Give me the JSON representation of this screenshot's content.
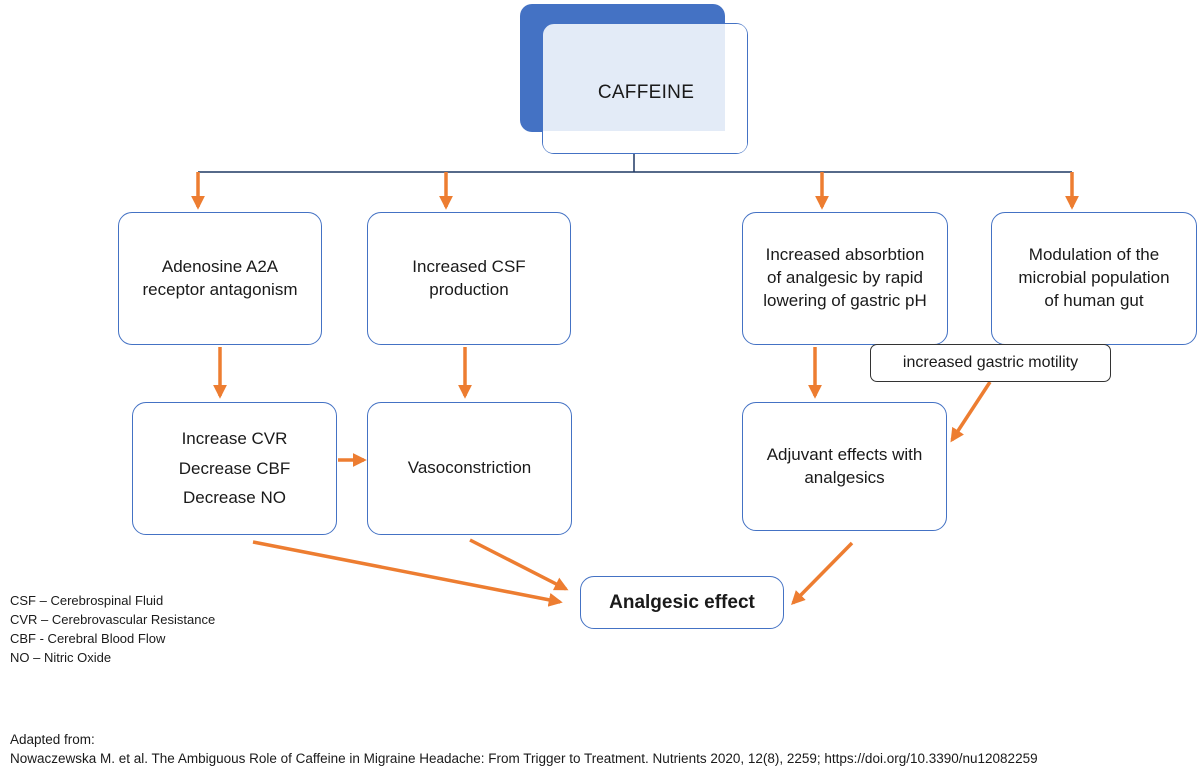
{
  "diagram": {
    "root": "CAFFEINE",
    "mechanisms": [
      "Adenosine A2A\nreceptor antagonism",
      "Increased CSF\nproduction",
      "Increased absorbtion\nof analgesic by rapid\nlowering of gastric pH",
      "Modulation of the\nmicrobial population\nof human gut"
    ],
    "effects": [
      "Increase CVR\nDecrease CBF\nDecrease NO",
      "Vasoconstriction",
      "Adjuvant effects with\nanalgesics"
    ],
    "side_note": "increased gastric motility",
    "outcome": "Analgesic effect"
  },
  "legend": [
    "CSF – Cerebrospinal Fluid",
    "CVR – Cerebrovascular Resistance",
    "CBF - Cerebral Blood Flow",
    "NO – Nitric Oxide"
  ],
  "footer": {
    "adapted": "Adapted from:",
    "citation": "Nowaczewska M. et al. The Ambiguous Role of Caffeine in Migraine Headache: From Trigger to Treatment. Nutrients 2020, 12(8),  2259;  https://doi.org/10.3390/nu12082259"
  },
  "colors": {
    "box_border": "#4472c4",
    "arrow": "#ed7d31",
    "root_fill": "#4472c4",
    "root_panel": "#e3ebf7",
    "tree_line": "#1f3864"
  }
}
